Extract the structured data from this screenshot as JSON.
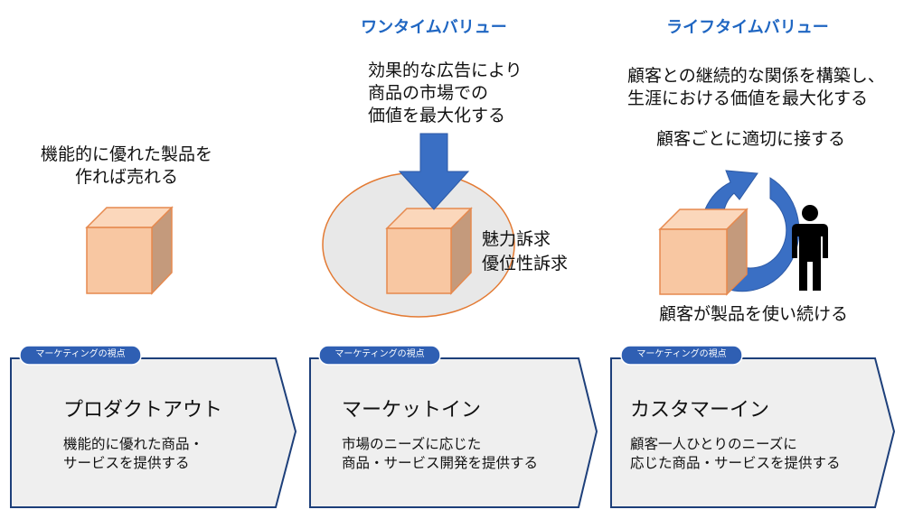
{
  "headings": {
    "one_time_value": "ワンタイムバリュー",
    "lifetime_value": "ライフタイムバリュー"
  },
  "column1": {
    "caption_line1": "機能的に優れた製品を",
    "caption_line2": "作れば売れる"
  },
  "column2": {
    "caption_line1": "効果的な広告により",
    "caption_line2": "商品の市場での",
    "caption_line3": "価値を最大化する",
    "appeal_line1": "魅力訴求",
    "appeal_line2": "優位性訴求"
  },
  "column3": {
    "caption_line1": "顧客との継続的な関係を構築し、",
    "caption_line2": "生涯における価値を最大化する",
    "cycle_top": "顧客ごとに適切に接する",
    "cycle_bottom": "顧客が製品を使い続ける"
  },
  "panels": [
    {
      "tag": "マーケティングの視点",
      "title": "プロダクトアウト",
      "desc_line1": "機能的に優れた商品・",
      "desc_line2": "サービスを提供する"
    },
    {
      "tag": "マーケティングの視点",
      "title": "マーケットイン",
      "desc_line1": "市場のニーズに応じた",
      "desc_line2": "商品・サービス開発を提供する"
    },
    {
      "tag": "マーケティングの視点",
      "title": "カスタマーイン",
      "desc_line1": "顧客一人ひとりのニーズに",
      "desc_line2": "応じた商品・サービスを提供する"
    }
  ],
  "colors": {
    "heading_blue": "#1f66c2",
    "arrow_blue": "#3a6fc4",
    "box_front": "#f8c7a2",
    "box_top": "#fbd7bb",
    "box_side": "#c49a7c",
    "box_outline": "#e6894e",
    "ellipse_fill": "#e8e8e8",
    "ellipse_stroke": "#e37a33",
    "panel_fill": "#efefef",
    "panel_stroke": "#1d3f7a",
    "tag_fill": "#2f5fb3"
  }
}
